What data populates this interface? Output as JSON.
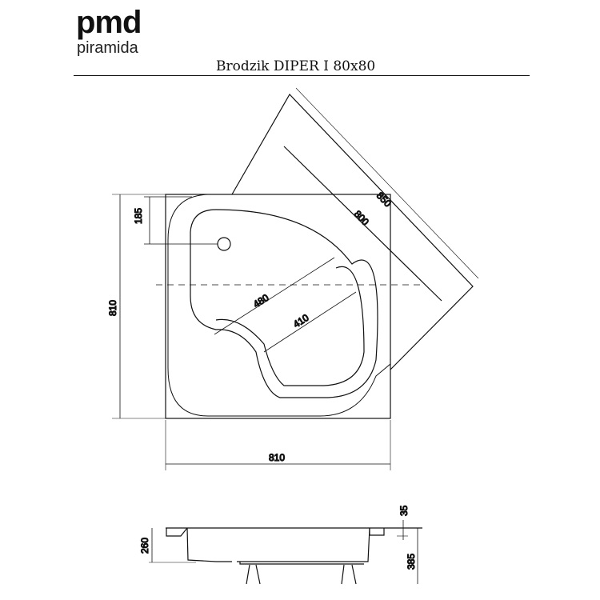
{
  "logo": {
    "brand": "pmd",
    "sub": "piramida"
  },
  "title": "Brodzik DIPER I 80x80",
  "dimensions": {
    "drain_offset": "185",
    "height_left": "810",
    "width_bottom": "810",
    "diag_outer": "850",
    "diag_inner": "800",
    "basin_480": "480",
    "basin_410": "410",
    "rim": "35",
    "depth": "260",
    "total_height": "385"
  }
}
